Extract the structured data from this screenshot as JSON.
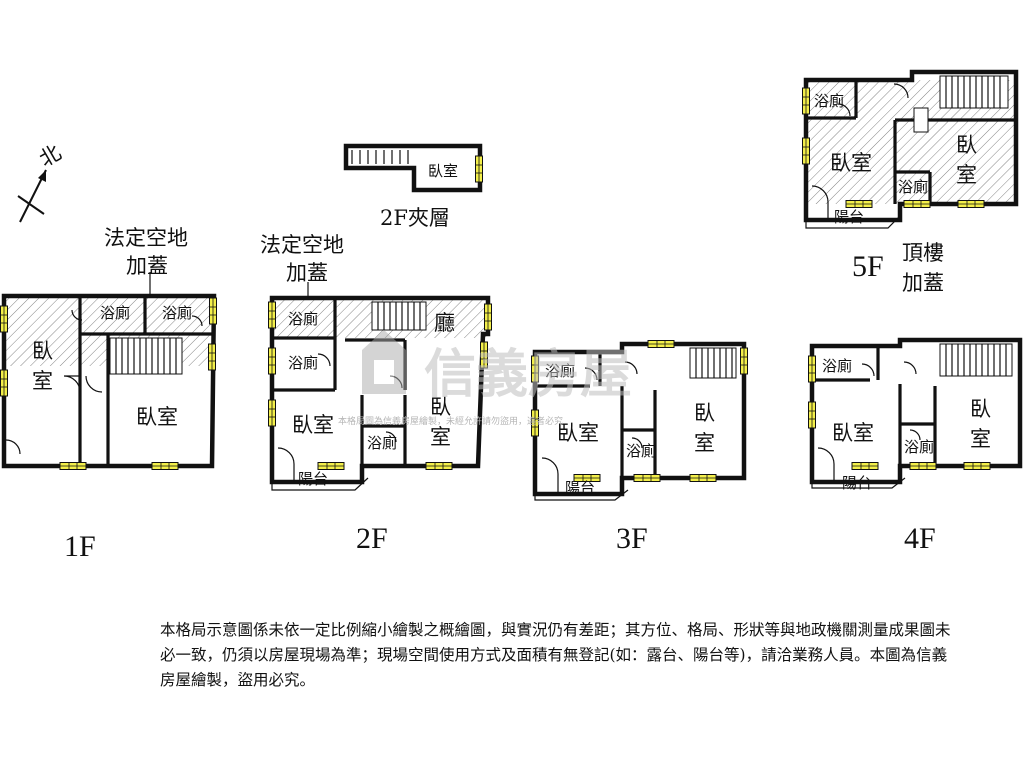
{
  "compass": {
    "label": "北"
  },
  "floors": {
    "f1": {
      "label": "1F",
      "bedroom_a": [
        "臥",
        "室"
      ],
      "bath_a": "浴廁",
      "bath_b": "浴廁",
      "bedroom_b": "臥室",
      "annex": [
        "法定空地",
        "加蓋"
      ]
    },
    "f2": {
      "label": "2F",
      "annex": [
        "法定空地",
        "加蓋"
      ],
      "bath_a": "浴廁",
      "bath_b": "浴廁",
      "bath_c": "浴廁",
      "hall": "廳",
      "bedroom_a": "臥室",
      "bedroom_b": [
        "臥",
        "室"
      ],
      "balcony": "陽台"
    },
    "f2m": {
      "label": "2F夾層",
      "bedroom": "臥室"
    },
    "f3": {
      "label": "3F",
      "bath_a": "浴廁",
      "bath_b": "浴廁",
      "bedroom_a": "臥室",
      "bedroom_b": [
        "臥",
        "室"
      ],
      "balcony": "陽台"
    },
    "f4": {
      "label": "4F",
      "bath_a": "浴廁",
      "bath_b": "浴廁",
      "bedroom_a": "臥室",
      "bedroom_b": [
        "臥",
        "室"
      ],
      "balcony": "陽台"
    },
    "f5": {
      "label": "5F",
      "annex": [
        "頂樓",
        "加蓋"
      ],
      "bath_a": "浴廁",
      "bath_b": "浴廁",
      "bedroom_a": "臥室",
      "bedroom_b": [
        "臥",
        "室"
      ],
      "balcony": "陽台"
    }
  },
  "watermark": {
    "brand": "信義房屋",
    "small": "本格局圖為信義房屋繪製，未經允許請勿盜用，違者必究"
  },
  "disclaimer": "本格局示意圖係未依一定比例縮小繪製之概繪圖，與實況仍有差距；其方位、格局、形狀等與地政機關測量成果圖未必一致，仍須以房屋現場為準；現場空間使用方式及面積有無登記(如：露台、陽台等)，請洽業務人員。本圖為信義房屋繪製，盜用必究。",
  "colors": {
    "window": "#f3ef4a",
    "hatch": "#555555"
  }
}
